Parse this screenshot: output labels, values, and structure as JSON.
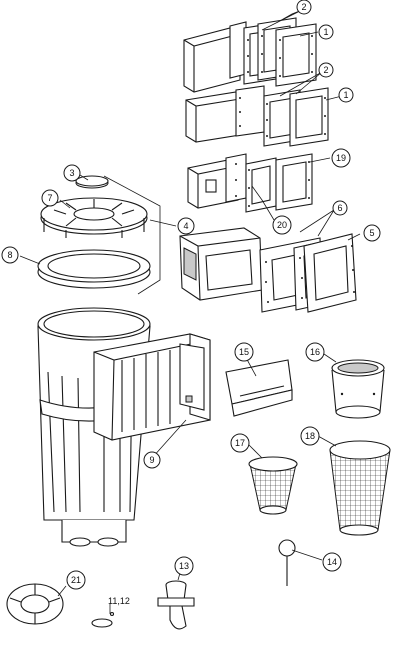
{
  "callouts": {
    "c1a": "1",
    "c2a": "2",
    "c2b": "2",
    "c1b": "1",
    "c19": "19",
    "c20": "20",
    "c6": "6",
    "c5": "5",
    "c3": "3",
    "c7": "7",
    "c4": "4",
    "c8": "8",
    "c15": "15",
    "c16": "16",
    "c9": "9",
    "c18": "18",
    "c17": "17",
    "c14": "14",
    "c13": "13",
    "c21": "21",
    "c1112": "11,12"
  },
  "colors": {
    "line": "#1a1a1a",
    "shade": "#c9c9c9",
    "background": "#ffffff"
  }
}
